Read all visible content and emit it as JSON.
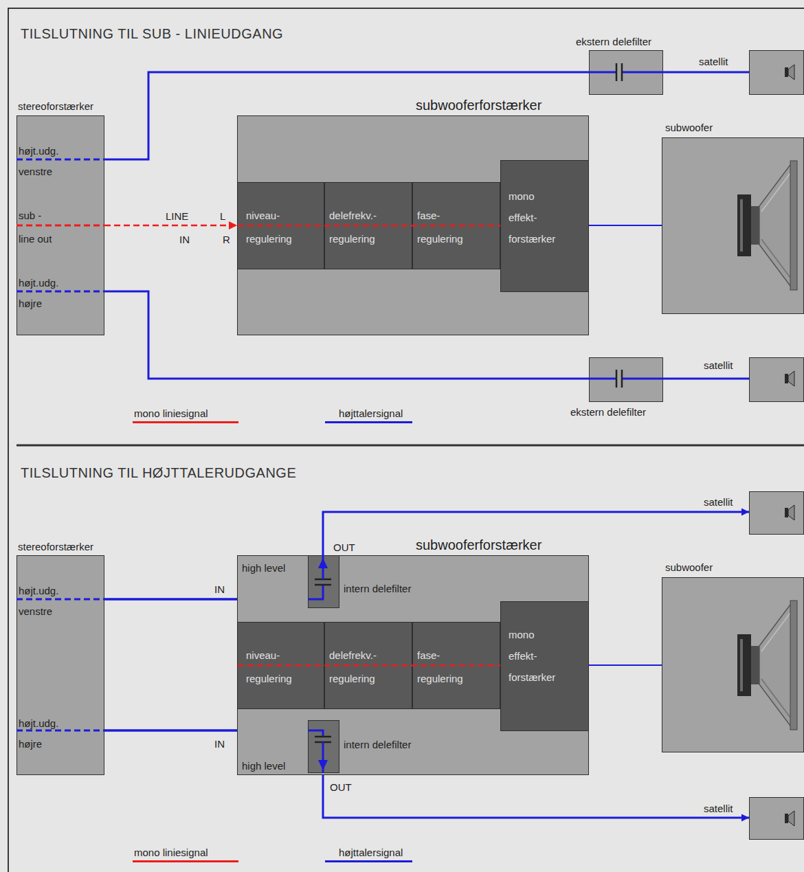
{
  "diagram": {
    "title": "TILSLUTNING TIL SUB - LINIEUDGANG",
    "nodes": [
      {
        "text": [
          "stereoforstærker",
          "højt.udg. venstre",
          "sub - line out",
          "højt.udg. højre"
        ]
      },
      {
        "text": [
          "ekstern delefilter"
        ]
      },
      {
        "text": [
          "satellit"
        ]
      },
      {
        "text": [
          "subwooferforstærker"
        ]
      },
      {
        "text": [
          "niveau- regulering"
        ],
        "in": 3
      },
      {
        "text": [
          "delefrekv.- regulering"
        ],
        "in": 3
      },
      {
        "text": [
          "fase- regulering"
        ],
        "in": 3
      },
      {
        "text": [
          "mono effekt- forstærker"
        ],
        "in": 3
      },
      {
        "text": [
          "subwoofer"
        ]
      },
      {
        "text": [
          "ekstern delefilter"
        ]
      },
      {
        "text": [
          "satellit"
        ]
      },
      {
        "text": [
          "stereoforstærker",
          "højt.udg. venstre",
          "højt.udg. højre"
        ]
      },
      {
        "text": [
          "satellit"
        ]
      },
      {
        "text": [
          "subwooferforstærker"
        ]
      },
      {
        "text": [
          "intern delefilter"
        ],
        "in": 13
      },
      {
        "text": [
          "niveau- regulering"
        ],
        "in": 13
      },
      {
        "text": [
          "delefrekv.- regulering"
        ],
        "in": 13
      },
      {
        "text": [
          "fase- regulering"
        ],
        "in": 13
      },
      {
        "text": [
          "mono effekt- forstærker"
        ],
        "in": 13
      },
      {
        "text": [
          "intern delefilter"
        ],
        "in": 13
      },
      {
        "text": [
          "subwoofer"
        ]
      },
      {
        "text": [
          "satellit"
        ]
      }
    ],
    "edges": [
      {
        "from": 0,
        "to": 1,
        "arrow": "none"
      },
      {
        "from": 1,
        "to": 2,
        "arrow": "none"
      },
      {
        "from": 0,
        "to": 4,
        "arrow": "to"
      },
      {
        "from": 4,
        "to": 5,
        "arrow": "none"
      },
      {
        "from": 5,
        "to": 6,
        "arrow": "none"
      },
      {
        "from": 6,
        "to": 7,
        "arrow": "none"
      },
      {
        "from": 7,
        "to": 8,
        "arrow": "none"
      },
      {
        "from": 0,
        "to": 9,
        "arrow": "none"
      },
      {
        "from": 9,
        "to": 10,
        "arrow": "none"
      },
      {
        "from": 11,
        "to": 14,
        "arrow": "to"
      },
      {
        "from": 11,
        "to": 15,
        "arrow": "to"
      },
      {
        "from": 11,
        "to": 19,
        "arrow": "to"
      },
      {
        "from": 11,
        "to": 15,
        "arrow": "to"
      },
      {
        "from": 14,
        "to": 12,
        "arrow": "to"
      },
      {
        "from": 19,
        "to": 21,
        "arrow": "to"
      },
      {
        "from": 15,
        "to": 16,
        "arrow": "none"
      },
      {
        "from": 16,
        "to": 17,
        "arrow": "none"
      },
      {
        "from": 17,
        "to": 18,
        "arrow": "none"
      },
      {
        "from": 18,
        "to": 20,
        "arrow": "none"
      }
    ],
    "labels": [
      "TILSLUTNING TIL HØJTTALERUDGANGE",
      "LINE",
      "L",
      "IN",
      "R",
      "OUT",
      "high level",
      "IN",
      "IN",
      "high level",
      "OUT"
    ],
    "legend": [
      {
        "text": "mono liniesignal",
        "color": "#ee1c1c"
      },
      {
        "text": "højttalersignal",
        "color": "#1b1bdc"
      },
      {
        "text": "mono liniesignal",
        "color": "#ee1c1c"
      },
      {
        "text": "højttalersignal",
        "color": "#1b1bdc"
      }
    ]
  }
}
